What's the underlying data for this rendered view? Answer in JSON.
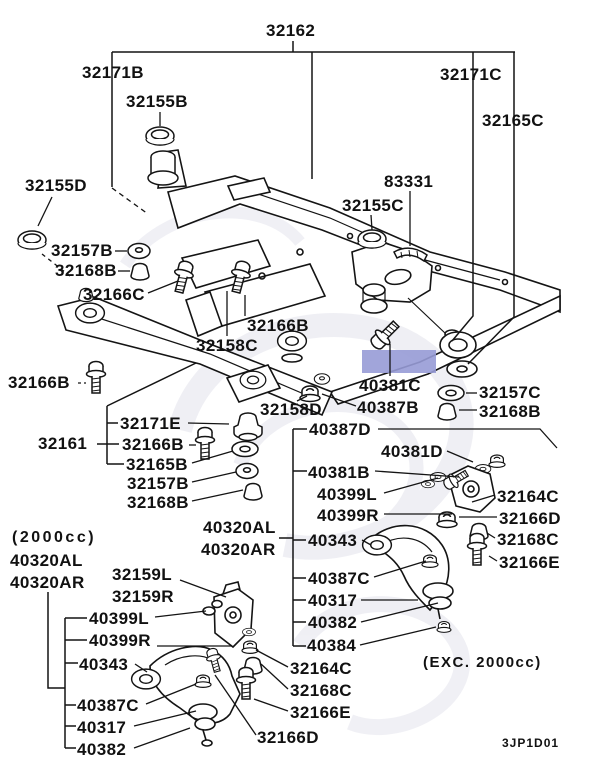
{
  "diagram": {
    "drawing_code": "3JP1D01",
    "variant_note_left": "(2000cc)",
    "variant_note_right": "(EXC. 2000cc)",
    "highlight": {
      "color": "#979bd6",
      "highlighted_part": "40381C"
    }
  },
  "labels": {
    "l32162": "32162",
    "l32171B": "32171B",
    "l32155B": "32155B",
    "l32171C": "32171C",
    "l32165C": "32165C",
    "l32155D": "32155D",
    "l83331": "83331",
    "l32155C": "32155C",
    "l32157B_1": "32157B",
    "l32168B_1": "32168B",
    "l32166C": "32166C",
    "l32166B_center": "32166B",
    "l32158C": "32158C",
    "l32166B_left": "32166B",
    "l40381C": "40381C",
    "l32157C": "32157C",
    "l40387B": "40387B",
    "l32168B_right": "32168B",
    "l32158D": "32158D",
    "l40387D": "40387D",
    "l32161": "32161",
    "l32171E": "32171E",
    "l40381D": "40381D",
    "l32166B_list": "32166B",
    "l40381B": "40381B",
    "l32165B": "32165B",
    "l40399L_right": "40399L",
    "l32157B_2": "32157B",
    "l40399R_right": "40399R",
    "l32168B_2": "32168B",
    "l32164C_right": "32164C",
    "l40343_right": "40343",
    "l32166D_right": "32166D",
    "l40320AL_center": "40320AL",
    "l40320AR_center": "40320AR",
    "l32168C_right": "32168C",
    "l32166E_right": "32166E",
    "l40320AL_left": "40320AL",
    "l40320AR_left": "40320AR",
    "l32159L": "32159L",
    "l32159R": "32159R",
    "l40387C_right": "40387C",
    "l40399L_left": "40399L",
    "l40317_right": "40317",
    "l40399R_left": "40399R",
    "l40382_right": "40382",
    "l40343_left": "40343",
    "l40384": "40384",
    "l32164C_bottom": "32164C",
    "l32168C_bottom": "32168C",
    "l40387C_left": "40387C",
    "l32166E_bottom": "32166E",
    "l40317_left": "40317",
    "l32166D_bottom": "32166D",
    "l40382_left": "40382"
  }
}
